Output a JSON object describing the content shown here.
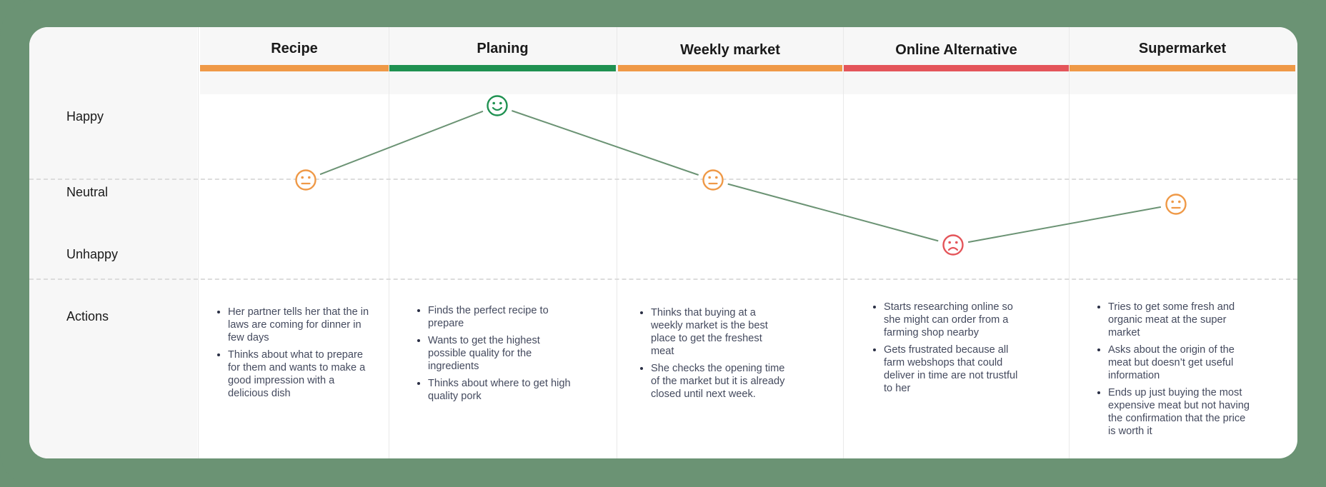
{
  "columns": [
    {
      "title": "Recipe",
      "bar_color": "#ef9947",
      "mood": "neutral",
      "actions": [
        "Her partner tells her that the in laws are coming for dinner in few days",
        "Thinks about what to prepare for them and wants to make a good impression with a delicious dish"
      ]
    },
    {
      "title": "Planing",
      "bar_color": "#1f9151",
      "mood": "happy",
      "actions": [
        "Finds the perfect recipe to prepare",
        "Wants to get the highest possible quality for the ingredients",
        "Thinks about where to get high quality pork"
      ]
    },
    {
      "title": "Weekly market",
      "bar_color": "#ef9947",
      "mood": "neutral",
      "actions": [
        "Thinks that buying at a weekly market is the best place to get the freshest meat",
        "She checks the opening time of the market but it is already closed until next week."
      ]
    },
    {
      "title": "Online Alternative",
      "bar_color": "#e4555a",
      "mood": "unhappy",
      "actions": [
        "Starts researching online so she might can order from a farming shop nearby",
        "Gets frustrated because all farm webshops that could deliver in time are not trustful to her"
      ]
    },
    {
      "title": "Supermarket",
      "bar_color": "#ef9947",
      "mood": "neutral",
      "actions": [
        "Tries to get some fresh and organic meat at the super market",
        "Asks about the origin of the meat but doesn’t get useful information",
        "Ends up just buying the most expensive meat but not having the confirmation that the price is worth it"
      ]
    }
  ],
  "rows": {
    "happy": "Happy",
    "neutral": "Neutral",
    "unhappy": "Unhappy",
    "actions": "Actions"
  },
  "colors": {
    "frame": "#6b9374",
    "line": "#6b9374",
    "happy": "#1f9151",
    "neutral": "#ef9947",
    "unhappy": "#e4555a"
  },
  "icons": {
    "happy": "smiling-face-icon",
    "neutral": "neutral-face-icon",
    "unhappy": "frowning-face-icon"
  }
}
